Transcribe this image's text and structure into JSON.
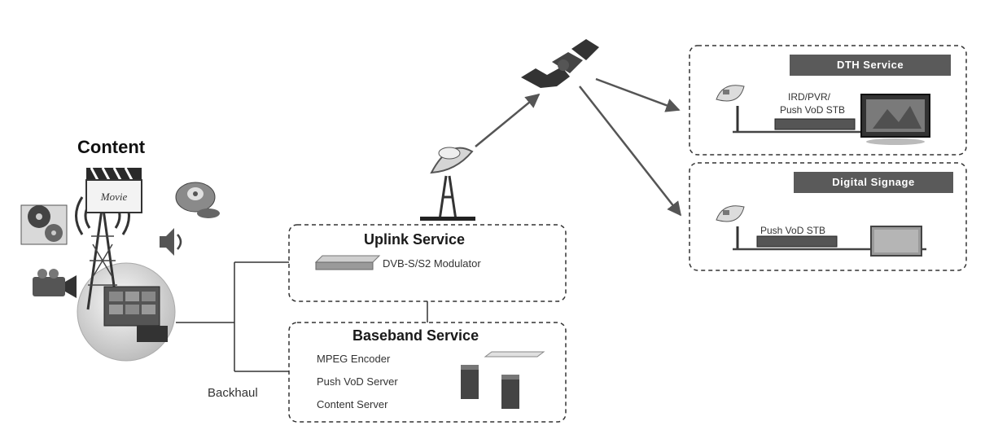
{
  "content": {
    "title": "Content",
    "movie_label": "Movie"
  },
  "backhaul_label": "Backhaul",
  "uplink": {
    "title": "Uplink Service",
    "modulator": "DVB-S/S2 Modulator"
  },
  "baseband": {
    "title": "Baseband Service",
    "items": [
      "MPEG Encoder",
      "Push VoD Server",
      "Content Server"
    ]
  },
  "dth": {
    "tag": "DTH Service",
    "device": [
      "IRD/PVR/",
      "Push VoD STB"
    ]
  },
  "signage": {
    "tag": "Digital Signage",
    "device": "Push VoD STB"
  }
}
